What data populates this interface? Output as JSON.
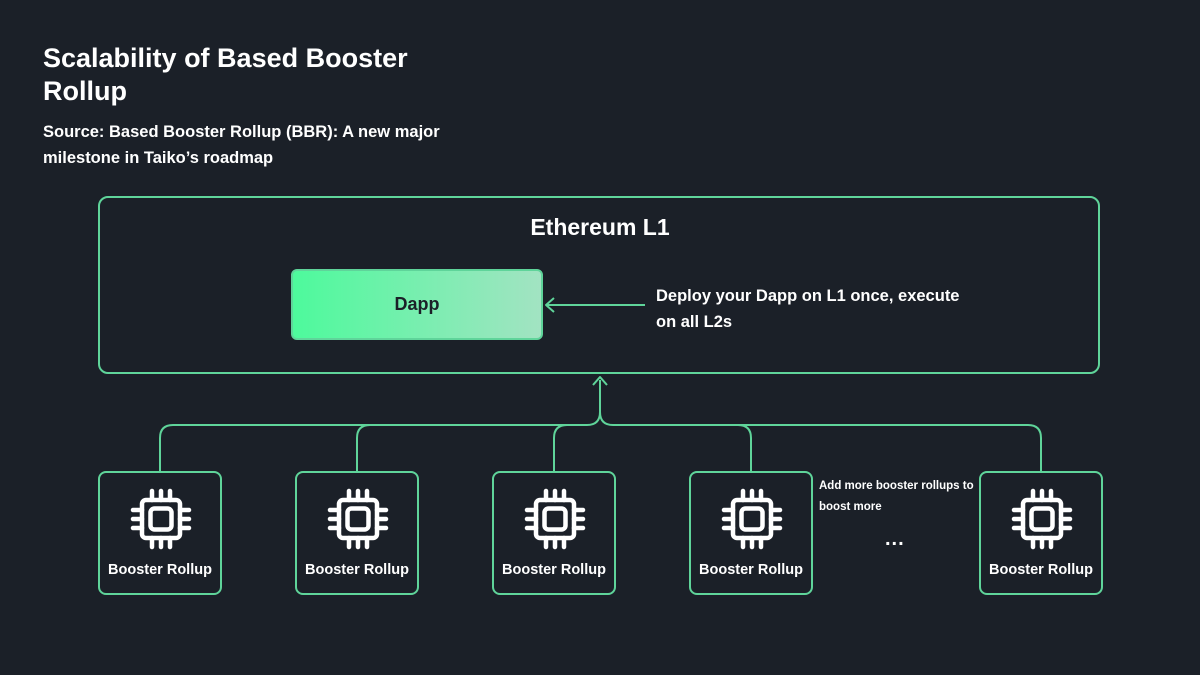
{
  "header": {
    "title": "Scalability of Based Booster Rollup",
    "subtitle": "Source: Based Booster Rollup (BBR): A new major milestone in Taiko’s roadmap"
  },
  "diagram": {
    "l1_label": "Ethereum L1",
    "dapp_label": "Dapp",
    "deploy_note": "Deploy your Dapp on L1 once, execute on all L2s",
    "rollups": [
      {
        "label": "Booster Rollup",
        "icon": "chip-icon"
      },
      {
        "label": "Booster Rollup",
        "icon": "chip-icon"
      },
      {
        "label": "Booster Rollup",
        "icon": "chip-icon"
      },
      {
        "label": "Booster Rollup",
        "icon": "chip-icon"
      },
      {
        "label": "Booster Rollup",
        "icon": "chip-icon"
      }
    ],
    "more_note": "Add more booster rollups to boost more",
    "ellipsis": "..."
  },
  "colors": {
    "background": "#1b2028",
    "accent": "#5fd49a",
    "dapp_gradient_start": "#4dfa9c",
    "dapp_gradient_end": "#a2e3c2"
  }
}
